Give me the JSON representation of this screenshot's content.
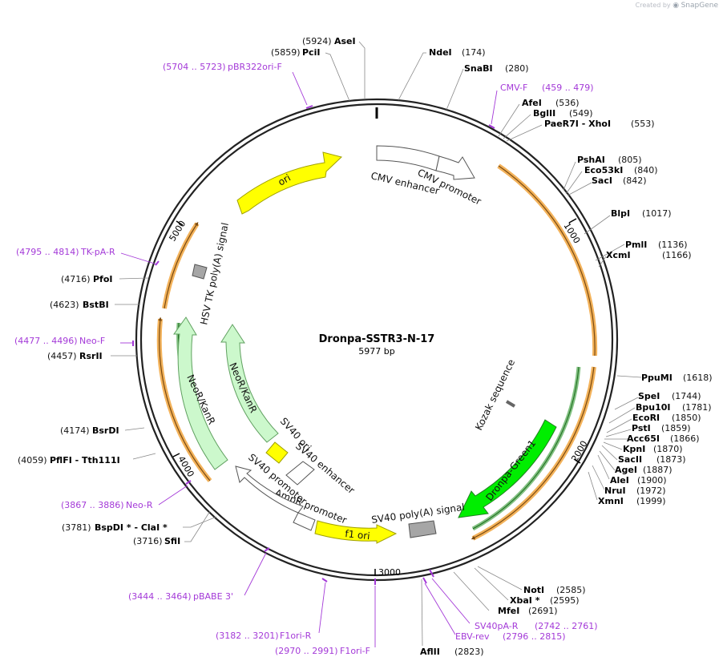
{
  "branding": {
    "prefix": "Created by",
    "logo": "SnapGene"
  },
  "plasmid": {
    "name": "Dronpa-SSTR3-N-17",
    "length_label": "5977 bp",
    "length": 5977
  },
  "ruler_ticks": [
    "1000",
    "2000",
    "3000",
    "4000",
    "5000"
  ],
  "sites": [
    {
      "name": "AseI",
      "pos": "(5924)",
      "side": "right"
    },
    {
      "name": "PciI",
      "pos": "(5859)",
      "side": "right"
    },
    {
      "name": "NdeI",
      "pos": "(174)",
      "side": "left"
    },
    {
      "name": "SnaBI",
      "pos": "(280)",
      "side": "left"
    },
    {
      "name": "AfeI",
      "pos": "(536)",
      "side": "left"
    },
    {
      "name": "BglII",
      "pos": "(549)",
      "side": "left"
    },
    {
      "name": "PaeR7I  - XhoI",
      "pos": "(553)",
      "side": "left"
    },
    {
      "name": "PshAI",
      "pos": "(805)",
      "side": "left"
    },
    {
      "name": "Eco53kI",
      "pos": "(840)",
      "side": "left"
    },
    {
      "name": "SacI",
      "pos": "(842)",
      "side": "left"
    },
    {
      "name": "BlpI",
      "pos": "(1017)",
      "side": "left"
    },
    {
      "name": "PmlI",
      "pos": "(1136)",
      "side": "left"
    },
    {
      "name": "XcmI",
      "pos": "(1166)",
      "side": "left"
    },
    {
      "name": "PpuMI",
      "pos": "(1618)",
      "side": "left"
    },
    {
      "name": "SpeI",
      "pos": "(1744)",
      "side": "left"
    },
    {
      "name": "Bpu10I",
      "pos": "(1781)",
      "side": "left"
    },
    {
      "name": "EcoRI",
      "pos": "(1850)",
      "side": "left"
    },
    {
      "name": "PstI",
      "pos": "(1859)",
      "side": "left"
    },
    {
      "name": "Acc65I",
      "pos": "(1866)",
      "side": "left"
    },
    {
      "name": "KpnI",
      "pos": "(1870)",
      "side": "left"
    },
    {
      "name": "SacII",
      "pos": "(1873)",
      "side": "left"
    },
    {
      "name": "AgeI",
      "pos": "(1887)",
      "side": "left"
    },
    {
      "name": "AleI",
      "pos": "(1900)",
      "side": "left"
    },
    {
      "name": "NruI",
      "pos": "(1972)",
      "side": "left"
    },
    {
      "name": "XmnI",
      "pos": "(1999)",
      "side": "left"
    },
    {
      "name": "NotI",
      "pos": "(2585)",
      "side": "left"
    },
    {
      "name": "XbaI *",
      "pos": "(2595)",
      "side": "left"
    },
    {
      "name": "MfeI",
      "pos": "(2691)",
      "side": "left"
    },
    {
      "name": "AflII",
      "pos": "(2823)",
      "side": "left"
    },
    {
      "name": "SfiI",
      "pos": "(3716)",
      "side": "right"
    },
    {
      "name": "BspDI *  - ClaI *",
      "pos": "(3781)",
      "side": "right"
    },
    {
      "name": "PflFI  - Tth111I",
      "pos": "(4059)",
      "side": "right"
    },
    {
      "name": "BsrDI",
      "pos": "(4174)",
      "side": "right"
    },
    {
      "name": "RsrII",
      "pos": "(4457)",
      "side": "right"
    },
    {
      "name": "BstBI",
      "pos": "(4623)",
      "side": "right"
    },
    {
      "name": "PfoI",
      "pos": "(4716)",
      "side": "right"
    }
  ],
  "primers": [
    {
      "name": "pBR322ori-F",
      "range": "(5704 .. 5723)",
      "side": "right"
    },
    {
      "name": "CMV-F",
      "range": "(459 .. 479)",
      "side": "left"
    },
    {
      "name": "SV40pA-R",
      "range": "(2742 .. 2761)",
      "side": "left"
    },
    {
      "name": "EBV-rev",
      "range": "(2796 .. 2815)",
      "side": "left"
    },
    {
      "name": "F1ori-F",
      "range": "(2970 .. 2991)",
      "side": "right"
    },
    {
      "name": "F1ori-R",
      "range": "(3182 .. 3201)",
      "side": "right"
    },
    {
      "name": "pBABE 3'",
      "range": "(3444 .. 3464)",
      "side": "right"
    },
    {
      "name": "Neo-R",
      "range": "(3867 .. 3886)",
      "side": "right"
    },
    {
      "name": "Neo-F",
      "range": "(4477 .. 4496)",
      "side": "right"
    },
    {
      "name": "TK-pA-R",
      "range": "(4795 .. 4814)",
      "side": "right"
    }
  ],
  "features": [
    {
      "name": "ori",
      "color": "#ffff00",
      "stroke": "#a0a000"
    },
    {
      "name": "CMV enhancer",
      "color": "#ffffff",
      "stroke": "#555555"
    },
    {
      "name": "CMV promoter",
      "color": "#ffffff",
      "stroke": "#555555"
    },
    {
      "name": "Kozak sequence",
      "color": "#999999",
      "stroke": "#555555"
    },
    {
      "name": "Dronpa-Green1",
      "color": "#00ee00",
      "stroke": "#208020"
    },
    {
      "name": "SV40 poly(A) signal",
      "color": "#a6a6a6",
      "stroke": "#555555"
    },
    {
      "name": "f1 ori",
      "color": "#ffff00",
      "stroke": "#a0a000"
    },
    {
      "name": "AmpR promoter",
      "color": "#ffffff",
      "stroke": "#555555"
    },
    {
      "name": "SV40 promoter",
      "color": "#ffffff",
      "stroke": "#555555"
    },
    {
      "name": "SV40 enhancer",
      "color": "#ffffff",
      "stroke": "#555555"
    },
    {
      "name": "SV40 ori",
      "color": "#ffff00",
      "stroke": "#a0a000"
    },
    {
      "name": "NeoR/KanR",
      "color": "#ccf8cc",
      "stroke": "#60a060"
    },
    {
      "name": "HSV TK poly(A) signal",
      "color": "#a6a6a6",
      "stroke": "#555555"
    }
  ],
  "colors": {
    "primer": "#a43ad8",
    "orf_fill": "#f3b25a",
    "orf_core": "#7a4a10",
    "backbone": "#333333"
  }
}
